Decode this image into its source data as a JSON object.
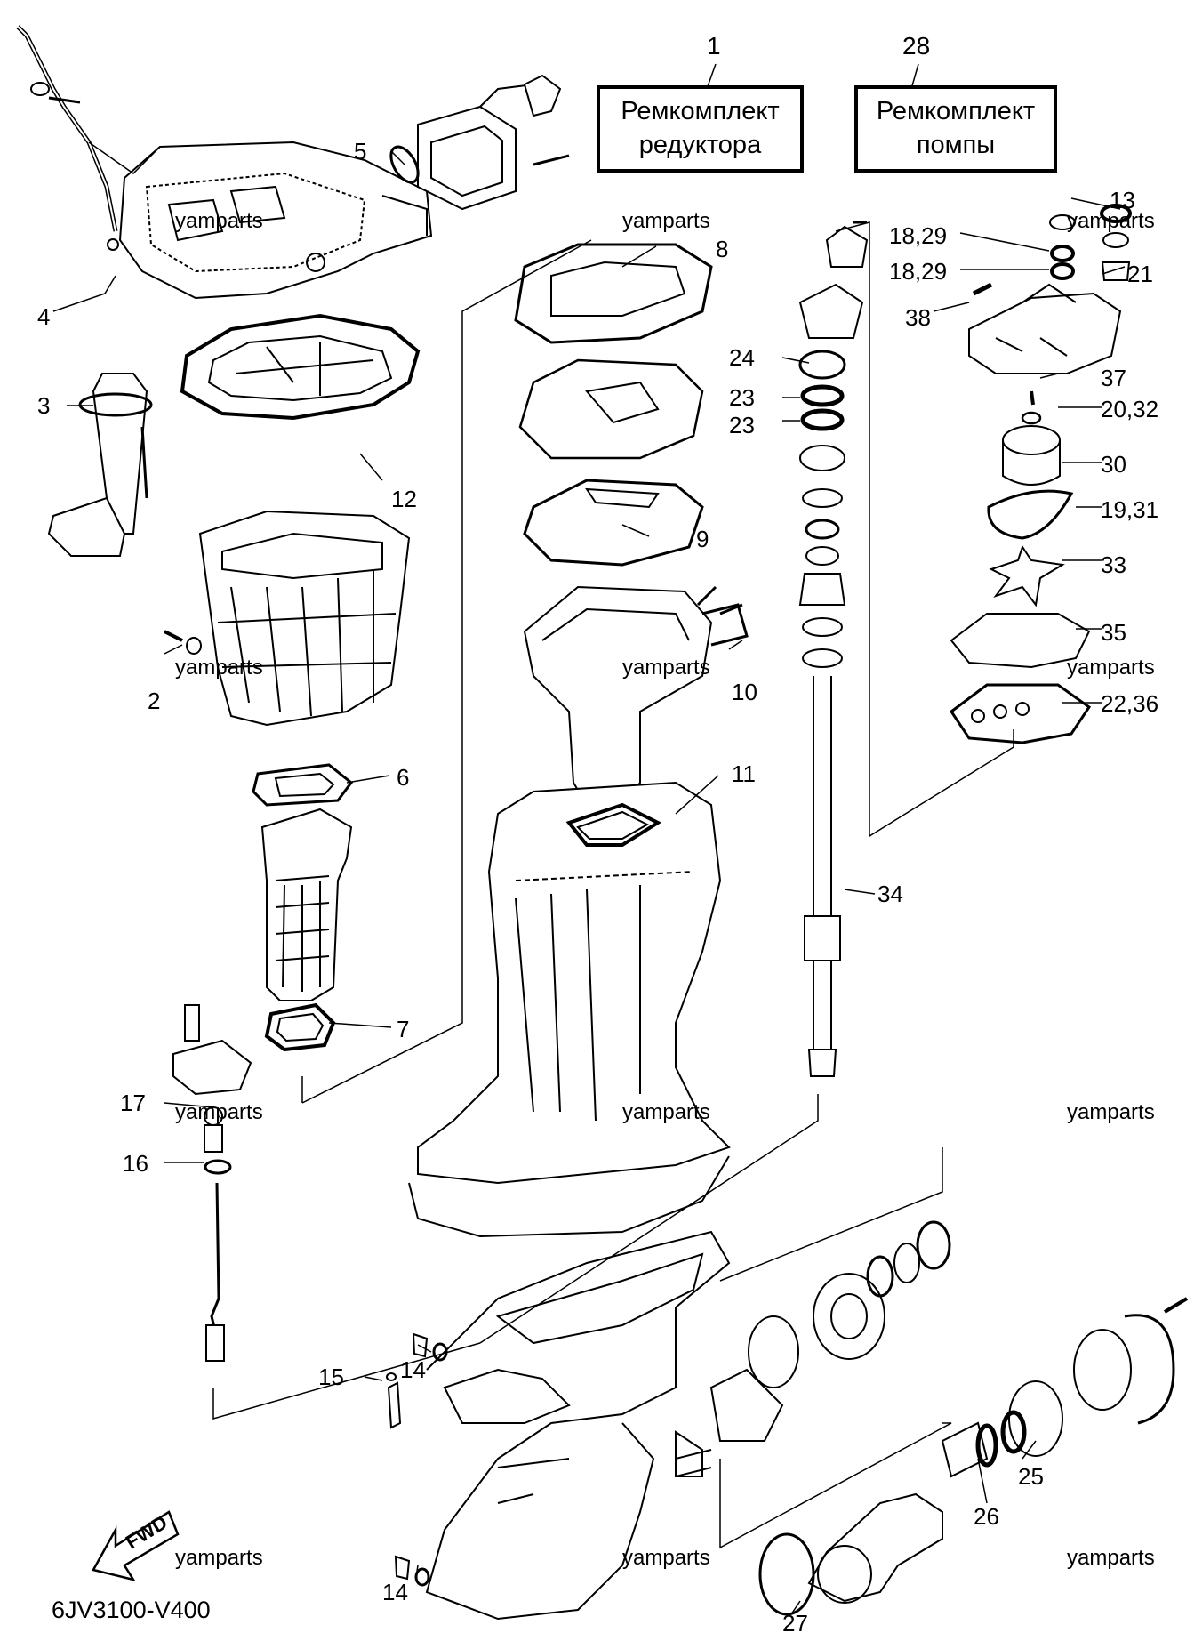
{
  "diagram_code": "6JV3100-V400",
  "fwd_label": "FWD",
  "watermark": "yamparts",
  "kits": [
    {
      "number": "1",
      "line1": "Ремкомплект",
      "line2": "редуктора"
    },
    {
      "number": "28",
      "line1": "Ремкомплект",
      "line2": "помпы"
    }
  ],
  "callouts": {
    "c2": "2",
    "c3": "3",
    "c4": "4",
    "c5": "5",
    "c6": "6",
    "c7": "7",
    "c8": "8",
    "c9": "9",
    "c10": "10",
    "c11": "11",
    "c12": "12",
    "c13": "13",
    "c14a": "14",
    "c14b": "14",
    "c15": "15",
    "c16": "16",
    "c17": "17",
    "c18a": "18,29",
    "c18b": "18,29",
    "c19": "19,31",
    "c20": "20,32",
    "c21": "21",
    "c22": "22,36",
    "c23a": "23",
    "c23b": "23",
    "c24": "24",
    "c25": "25",
    "c26": "26",
    "c27": "27",
    "c30": "30",
    "c33": "33",
    "c34": "34",
    "c35": "35",
    "c37": "37",
    "c38": "38"
  }
}
